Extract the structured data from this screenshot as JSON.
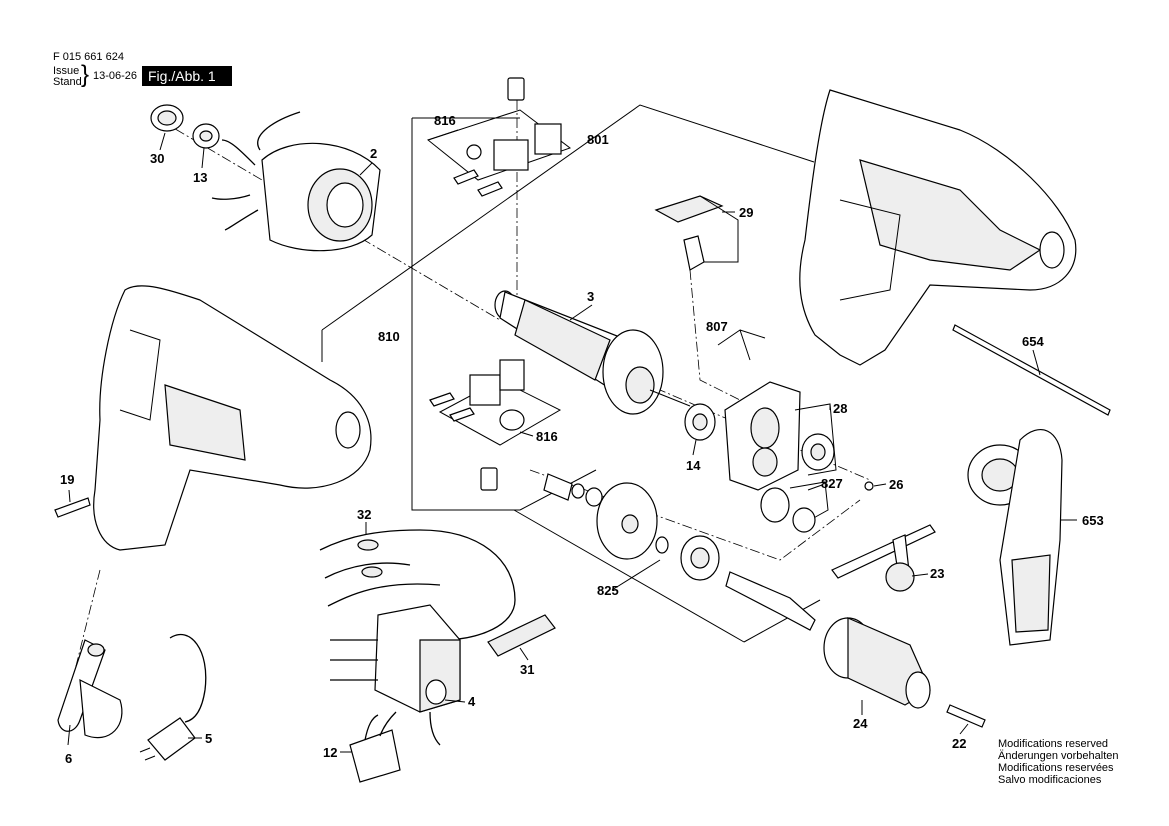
{
  "header": {
    "doc_number": "F 015 661 624",
    "issue_label": "Issue",
    "stand_label": "Stand",
    "date": "13-06-26",
    "figure_label": "Fig./Abb. 1"
  },
  "notes": [
    "Modifications reserved",
    "Änderungen vorbehalten",
    "Modifications reservées",
    "Salvo modificaciones"
  ],
  "callouts": {
    "p2": "2",
    "p3": "3",
    "p4": "4",
    "p5": "5",
    "p6": "6",
    "p12": "12",
    "p13": "13",
    "p14": "14",
    "p19": "19",
    "p22": "22",
    "p23": "23",
    "p24": "24",
    "p26": "26",
    "p28": "28",
    "p29": "29",
    "p30": "30",
    "p31": "31",
    "p32": "32",
    "p653": "653",
    "p654": "654",
    "p801": "801",
    "p807": "807",
    "p810": "810",
    "p816a": "816",
    "p816b": "816",
    "p825": "825",
    "p827": "827"
  }
}
